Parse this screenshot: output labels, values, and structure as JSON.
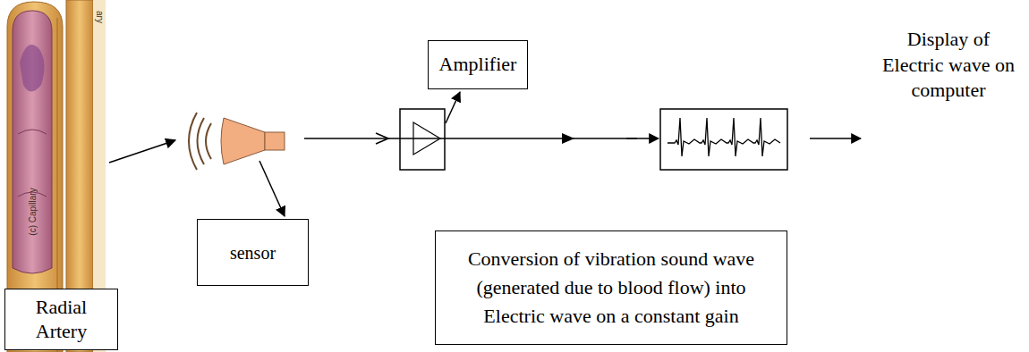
{
  "diagram": {
    "nodes": [
      {
        "text": [
          "Radial Artery"
        ]
      },
      {
        "text": [
          "sensor"
        ]
      },
      {
        "text": [
          "Amplifier"
        ]
      },
      {
        "text": [
          "Conversion of vibration sound wave (generated due to blood flow) into Electric wave on a constant gain"
        ]
      }
    ],
    "labels": [
      "Display of Electric wave on computer",
      "(c) Capillary",
      "ary"
    ]
  }
}
